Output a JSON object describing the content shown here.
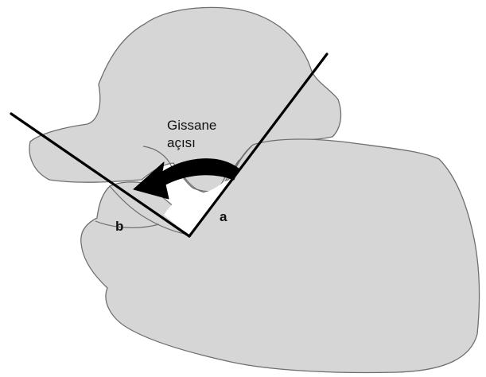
{
  "diagram": {
    "angle_caption_line1": "Gissane",
    "angle_caption_line2": "açısı",
    "point_a": "a",
    "point_b": "b"
  },
  "colors": {
    "bone_fill": "#d6d6d6",
    "bone_stroke": "#6f6f6f",
    "line": "#000000",
    "background": "#ffffff"
  }
}
